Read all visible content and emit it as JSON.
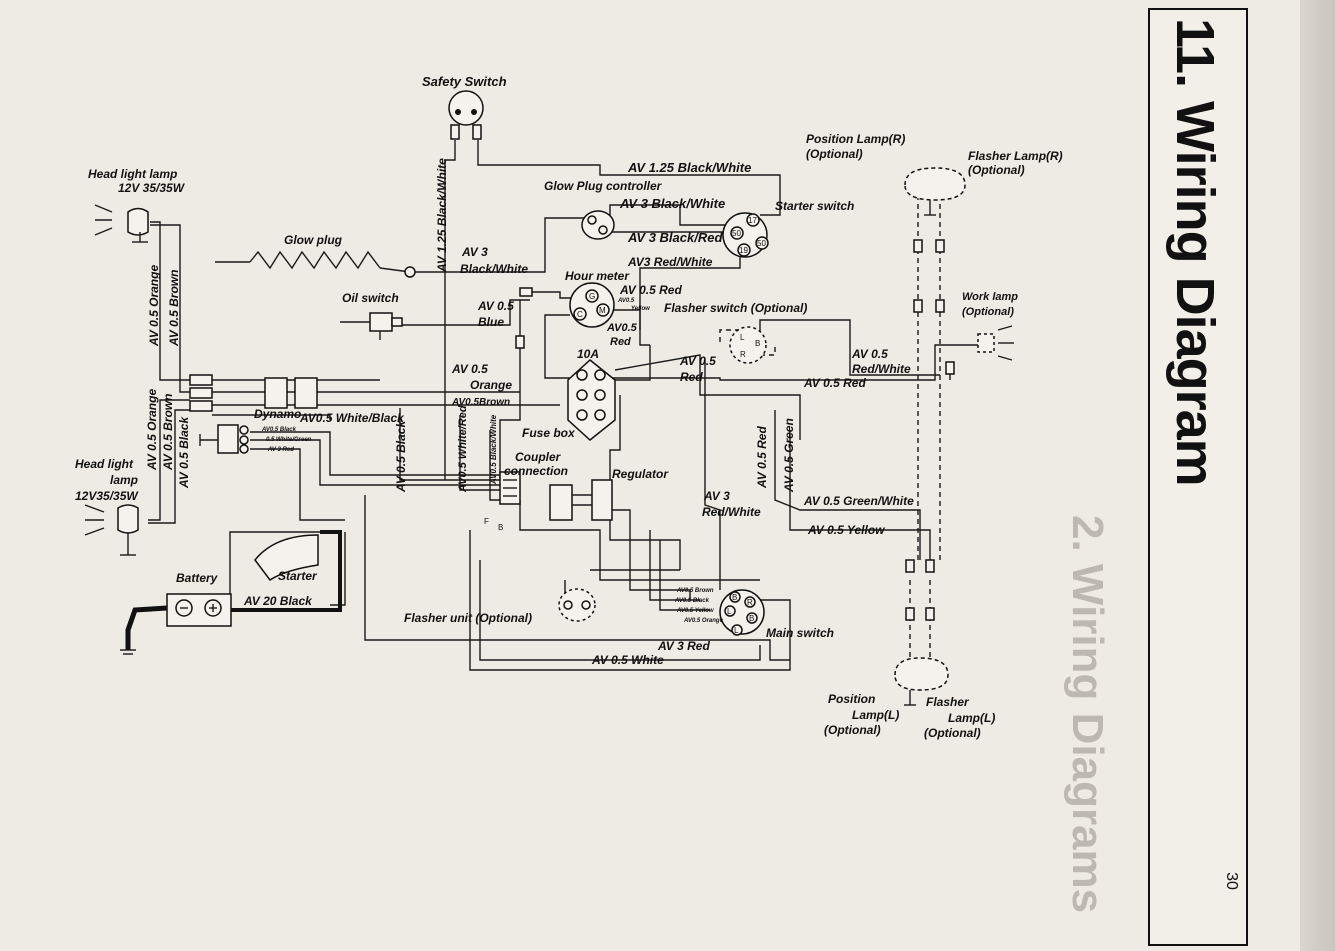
{
  "page": {
    "title": "11. Wiring Diagram",
    "page_number": "30",
    "mirrored_text": "2. Wiring Diagrams"
  },
  "labels": {
    "safety_switch": "Safety Switch",
    "head_light_top": "Head light lamp",
    "head_light_top_spec": "12V 35/35W",
    "av125_bw_top": "AV 1.25 Black/White",
    "glow_plug_controller": "Glow Plug controller",
    "av3_bw_upper": "AV 3 Black/White",
    "starter_switch": "Starter switch",
    "position_lamp_r": "Position Lamp(R)",
    "optional_1": "(Optional)",
    "flasher_lamp_r": "Flasher Lamp(R)",
    "optional_2": "(Optional)",
    "av3_black_red": "AV 3 Black/Red",
    "av3_red_white": "AV3 Red/White",
    "glow_plug": "Glow plug",
    "av125_bw_vertical": "AV 1.25 Black/White",
    "av3": "AV 3",
    "black_white": "Black/White",
    "hour_meter": "Hour meter",
    "av05_red_hm": "AV 0.5 Red",
    "av05_yellow_small": "AV0.5",
    "yellow_small": "Yellow",
    "oil_switch": "Oil switch",
    "av05_blue": "AV 0.5",
    "blue": "Blue",
    "flasher_switch": "Flasher switch (Optional)",
    "av05_red_2": "AV0.5",
    "red_2": "Red",
    "work_lamp": "Work lamp",
    "optional_work": "(Optional)",
    "av05_orange_v": "AV 0.5 Orange",
    "av05_brown_v": "AV 0.5 Brown",
    "fuse_10a": "10A",
    "av05_red_3": "AV 0.5",
    "red_3": "Red",
    "av05_rw": "AV 0.5",
    "red_white": "Red/White",
    "av05_orange_h": "AV 0.5",
    "orange_h": "Orange",
    "av05_red_right": "AV 0.5 Red",
    "av05_brown_h": "AV0.5Brown",
    "av05_orange_v2": "AV 0.5 Orange",
    "av05_brown_v2": "AV 0.5 Brown",
    "av05_black_v": "AV 0.5 Black",
    "dynamo": "Dynamo",
    "av05_wb": "AV0.5 White/Black",
    "d_av05_black": "AV0.5 Black",
    "d_av05_wg": "0.5 White/Green",
    "d_av3_red": "AV 3 Red",
    "fuse_box": "Fuse box",
    "av05_black_vert": "AV 0.5 Black",
    "av05_wr_vert": "AV0.5 White/Red",
    "av05_bw_small": "AV0.5 Black/White",
    "av05_red_vert": "AV 0.5 Red",
    "av05_green_vert": "AV 0.5 Green",
    "coupler": "Coupler",
    "connection": "connection",
    "regulator": "Regulator",
    "head_light_bottom": "Head light",
    "lamp": "lamp",
    "head_light_bottom_spec": "12V35/35W",
    "av3_rw": "AV 3",
    "red_white_2": "Red/White",
    "av05_green_white": "AV 0.5 Green/White",
    "av05_yellow": "AV 0.5 Yellow",
    "battery": "Battery",
    "starter": "Starter",
    "av20_black": "AV 20 Black",
    "flasher_unit": "Flasher unit (Optional)",
    "ms_brown": "AV0.5 Brown",
    "ms_black": "AV0.5 Black",
    "ms_yellow": "AV0.5 Yellow",
    "ms_orange": "AV0.5 Orange",
    "main_switch": "Main switch",
    "av3_red": "AV 3 Red",
    "av05_white": "AV 0.5 White",
    "position_lamp_l1": "Position",
    "position_lamp_l2": "Lamp(L)",
    "optional_3": "(Optional)",
    "flasher_lamp_l1": "Flasher",
    "flasher_lamp_l2": "Lamp(L)",
    "optional_4": "(Optional)",
    "F": "F",
    "B": "B"
  }
}
